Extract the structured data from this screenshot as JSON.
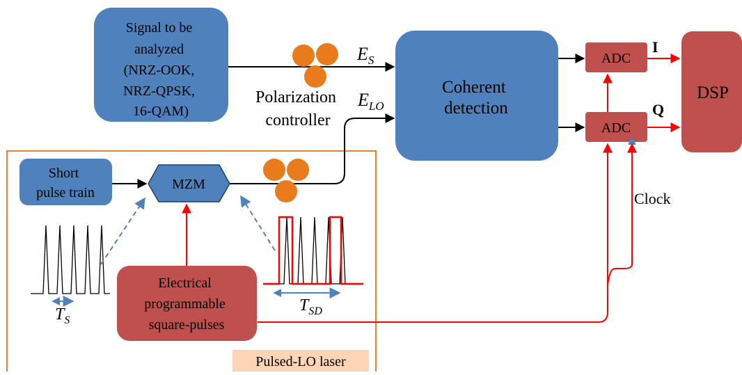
{
  "signal_box": {
    "lines": [
      "Signal to be",
      "analyzed",
      "(NRZ-OOK,",
      "NRZ-QPSK,",
      "16-QAM)"
    ]
  },
  "polarization_controller": {
    "lines": [
      "Polarization",
      "controller"
    ]
  },
  "coherent_box": {
    "lines": [
      "Coherent",
      "detection"
    ]
  },
  "adc_top": {
    "label": "ADC"
  },
  "adc_bottom": {
    "label": "ADC"
  },
  "dsp": {
    "label": "DSP"
  },
  "labels": {
    "es_main": "E",
    "es_sub": "S",
    "elo_main": "E",
    "elo_sub": "LO",
    "i_label": "I",
    "q_label": "Q",
    "clock": "Clock",
    "ts_main": "T",
    "ts_sub": "S",
    "tsd_main": "T",
    "tsd_sub": "SD"
  },
  "short_pulse_box": {
    "lines": [
      "Short",
      "pulse train"
    ]
  },
  "mzm": {
    "label": "MZM"
  },
  "electrical_box": {
    "lines": [
      "Electrical",
      "programmable",
      "square-pulses"
    ]
  },
  "pulsed_lo_tag": {
    "label": "Pulsed-LO laser"
  },
  "colors": {
    "blue_box": "#4f81bd",
    "red_box": "#c0504d",
    "orange": "#e87b1c",
    "frame": "#e8822e",
    "tag_bg": "#fbd5b5",
    "red_line": "#ff0000",
    "dash_blue": "#4f81bd"
  }
}
